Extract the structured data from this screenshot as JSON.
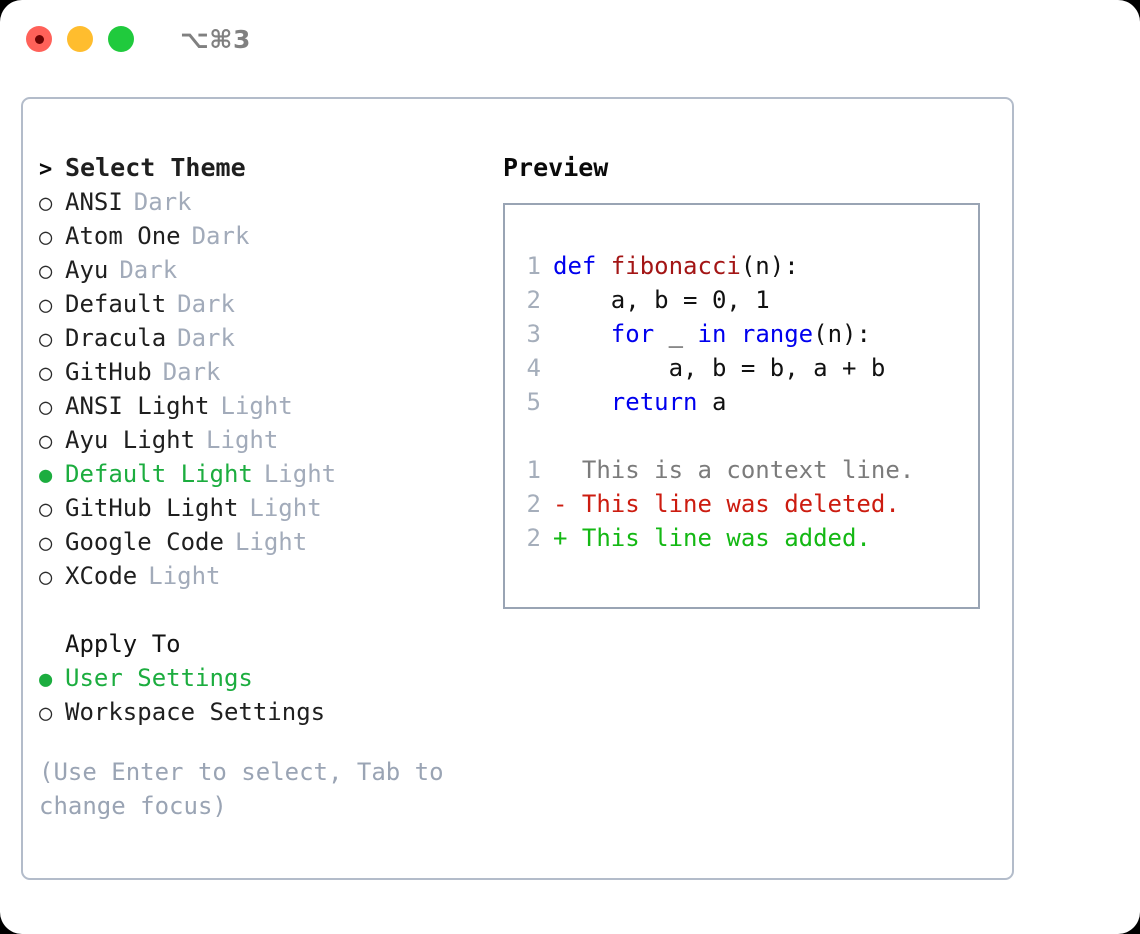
{
  "titlebar": {
    "shortcut": "⌥⌘3",
    "buttons": [
      {
        "name": "close",
        "color": "#ff6159"
      },
      {
        "name": "minimize",
        "color": "#ffbd2e"
      },
      {
        "name": "maximize",
        "color": "#20ca3d"
      }
    ]
  },
  "colors": {
    "selected_green": "#1cad3f",
    "muted_gray": "#a2abba",
    "hint_gray": "#9aa4b4",
    "panel_border": "#b3bcca",
    "code_border": "#99a4b4",
    "keyword_blue": "#0000ee",
    "function_red": "#a31515",
    "diff_add_green": "#14b814",
    "diff_del_red": "#cc1c10",
    "lineno_gray": "#a5aebb"
  },
  "theme_list": {
    "header_prefix": ">",
    "header": "Select Theme",
    "marker_selected": "●",
    "marker_unselected": "○",
    "items": [
      {
        "name": "ANSI",
        "tag": "Dark",
        "selected": false
      },
      {
        "name": "Atom One",
        "tag": "Dark",
        "selected": false
      },
      {
        "name": "Ayu",
        "tag": "Dark",
        "selected": false
      },
      {
        "name": "Default",
        "tag": "Dark",
        "selected": false
      },
      {
        "name": "Dracula",
        "tag": "Dark",
        "selected": false
      },
      {
        "name": "GitHub",
        "tag": "Dark",
        "selected": false
      },
      {
        "name": "ANSI Light",
        "tag": "Light",
        "selected": false
      },
      {
        "name": "Ayu Light",
        "tag": "Light",
        "selected": false
      },
      {
        "name": "Default Light",
        "tag": "Light",
        "selected": true
      },
      {
        "name": "GitHub Light",
        "tag": "Light",
        "selected": false
      },
      {
        "name": "Google Code",
        "tag": "Light",
        "selected": false
      },
      {
        "name": "XCode",
        "tag": "Light",
        "selected": false
      }
    ]
  },
  "apply_to": {
    "header": "Apply To",
    "items": [
      {
        "name": "User Settings",
        "selected": true
      },
      {
        "name": "Workspace Settings",
        "selected": false
      }
    ]
  },
  "hint": "(Use Enter to select, Tab to change focus)",
  "preview": {
    "title": "Preview",
    "code_lines": [
      {
        "no": "1",
        "tokens": [
          {
            "t": "def ",
            "c": "kw"
          },
          {
            "t": "fibonacci",
            "c": "fn"
          },
          {
            "t": "(n):",
            "c": "plain"
          }
        ]
      },
      {
        "no": "2",
        "tokens": [
          {
            "t": "    a, b = 0, 1",
            "c": "plain"
          }
        ]
      },
      {
        "no": "3",
        "tokens": [
          {
            "t": "    ",
            "c": "plain"
          },
          {
            "t": "for",
            "c": "kw"
          },
          {
            "t": " _ ",
            "c": "plain"
          },
          {
            "t": "in",
            "c": "kw"
          },
          {
            "t": " ",
            "c": "plain"
          },
          {
            "t": "range",
            "c": "kw"
          },
          {
            "t": "(n):",
            "c": "plain"
          }
        ]
      },
      {
        "no": "4",
        "tokens": [
          {
            "t": "        a, b = b, a + b",
            "c": "plain"
          }
        ]
      },
      {
        "no": "5",
        "tokens": [
          {
            "t": "    ",
            "c": "plain"
          },
          {
            "t": "return",
            "c": "kw"
          },
          {
            "t": " a",
            "c": "plain"
          }
        ]
      }
    ],
    "diff_lines": [
      {
        "no": "1",
        "text": "  This is a context line.",
        "kind": "ctx"
      },
      {
        "no": "2",
        "text": "- This line was deleted.",
        "kind": "del"
      },
      {
        "no": "2",
        "text": "+ This line was added.",
        "kind": "add"
      }
    ]
  }
}
